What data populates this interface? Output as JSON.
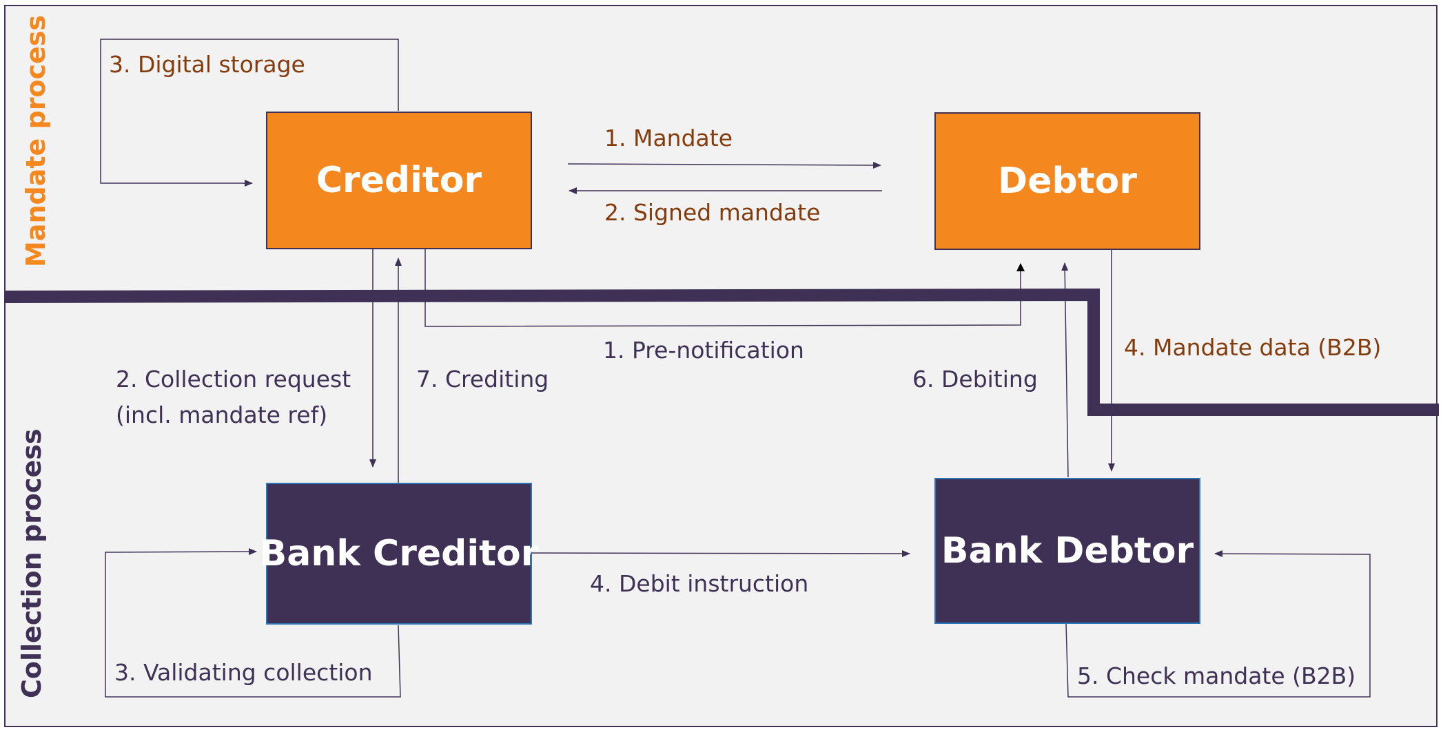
{
  "sections": {
    "mandate": "Mandate process",
    "collection": "Collection process"
  },
  "nodes": {
    "creditor": "Creditor",
    "debtor": "Debtor",
    "bank_creditor": "Bank Creditor",
    "bank_debtor": "Bank Debtor"
  },
  "labels": {
    "digital_storage": "3. Digital storage",
    "mandate": "1. Mandate",
    "signed_mandate": "2. Signed mandate",
    "pre_notification": "1. Pre-notification",
    "mandate_data": "4. Mandate data (B2B)",
    "collection_request_line1": "2. Collection request",
    "collection_request_line2": "(incl. mandate ref)",
    "crediting": "7. Crediting",
    "debiting": "6. Debiting",
    "debit_instruction": "4. Debit instruction",
    "validating_collection": "3. Validating collection",
    "check_mandate": "5. Check mandate (B2B)"
  },
  "colors": {
    "orange": "#f5871f",
    "purple": "#3e3155",
    "brown_text": "#843c0c",
    "box_border_blue": "#2e75b6",
    "background": "#f2f2f2"
  }
}
